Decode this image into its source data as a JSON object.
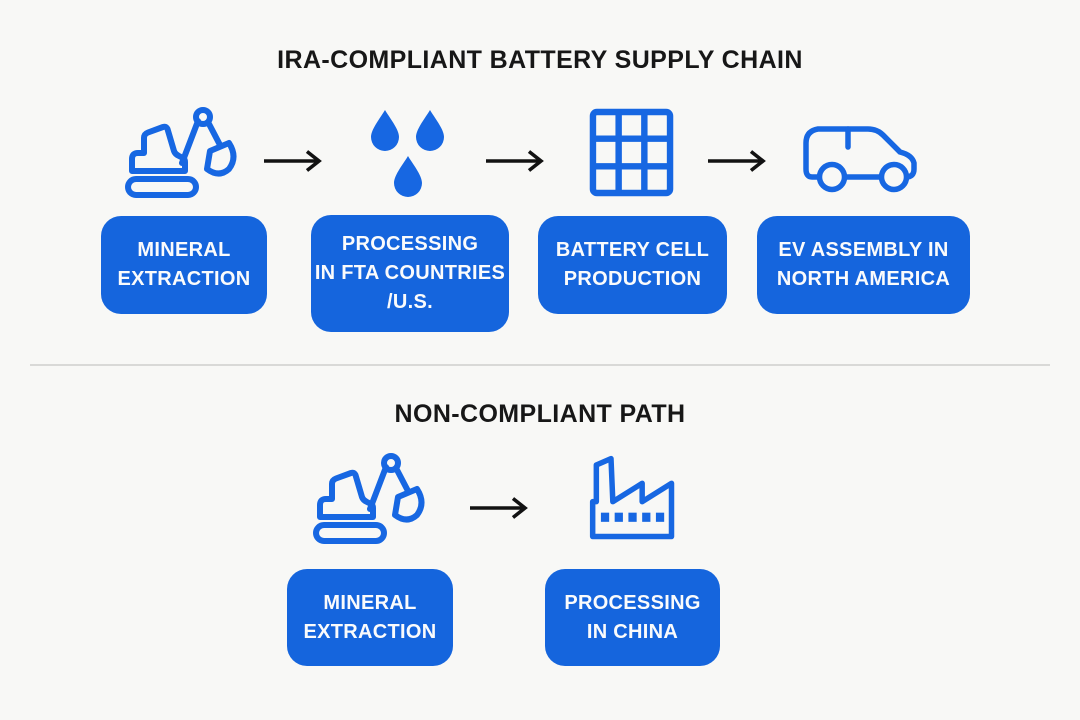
{
  "theme": {
    "background": "#f8f8f6",
    "box_blue": "#1565dd",
    "icon_blue": "#1767e2",
    "title_color": "#171717",
    "box_text_color": "#fafbfc",
    "arrow_color": "#121212",
    "divider_color": "#d9d9d7"
  },
  "compliant_section": {
    "title": "IRA-COMPLIANT BATTERY SUPPLY CHAIN",
    "steps": [
      {
        "icon": "excavator-icon",
        "label": [
          "MINERAL",
          "EXTRACTION"
        ]
      },
      {
        "icon": "water-drops-icon",
        "label": [
          "PROCESSING",
          "IN FTA COUNTRIES",
          "/U.S."
        ]
      },
      {
        "icon": "battery-cell-grid-icon",
        "label": [
          "BATTERY CELL",
          "PRODUCTION"
        ]
      },
      {
        "icon": "car-icon",
        "label": [
          "EV ASSEMBLY IN",
          "NORTH AMERICA"
        ]
      }
    ]
  },
  "noncompliant_section": {
    "title": "NON-COMPLIANT PATH",
    "steps": [
      {
        "icon": "excavator-icon",
        "label": [
          "MINERAL",
          "EXTRACTION"
        ]
      },
      {
        "icon": "factory-icon",
        "label": [
          "PROCESSING",
          "IN CHINA"
        ]
      }
    ]
  }
}
